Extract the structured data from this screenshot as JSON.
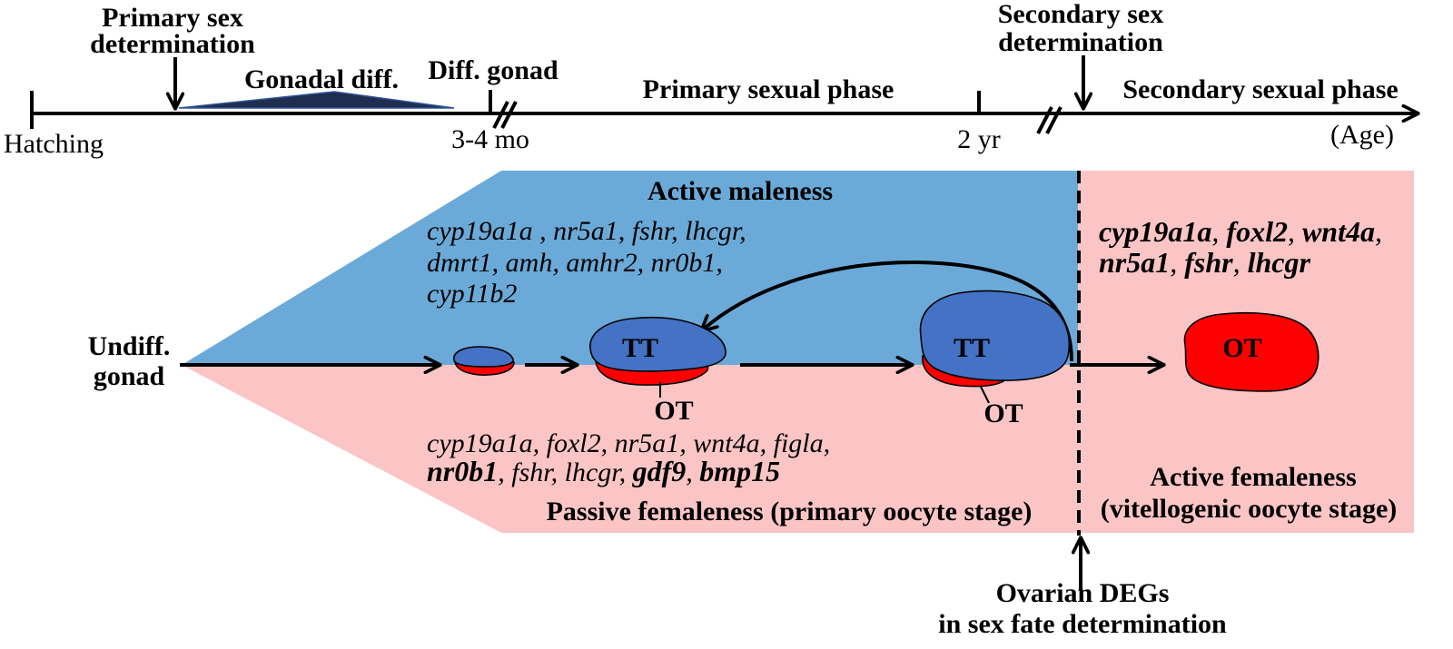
{
  "timeline": {
    "primary_sex_determination": [
      "Primary sex",
      "determination"
    ],
    "gonadal_diff": "Gonadal diff.",
    "diff_gonad": "Diff. gonad",
    "primary_sexual_phase": "Primary sexual phase",
    "secondary_sex_determination": [
      "Secondary sex",
      "determination"
    ],
    "secondary_sexual_phase": "Secondary sexual phase",
    "hatching": "Hatching",
    "tick_3_4_mo": "3-4 mo",
    "tick_2_yr": "2 yr",
    "axis_label": "(Age)"
  },
  "undiff_gonad": [
    "Undiff.",
    "gonad"
  ],
  "active_maleness": {
    "title": "Active maleness",
    "genes": [
      "cyp19a1a , nr5a1, fshr, lhcgr,",
      "dmrt1, amh, amhr2, nr0b1,",
      "cyp11b2"
    ]
  },
  "passive_femaleness": {
    "genes_line1": "cyp19a1a, foxl2, nr5a1, wnt4a, figla,",
    "genes_line2": [
      "nr0b1",
      ", fshr, lhcgr, ",
      "gdf9",
      ", ",
      "bmp15"
    ],
    "title": "Passive femaleness (primary oocyte stage)"
  },
  "active_femaleness": {
    "genes_line1": [
      "cyp19a1a",
      ", ",
      "foxl2",
      ", ",
      "wnt4a",
      ","
    ],
    "genes_line2": [
      "nr5a1",
      ", ",
      "fshr",
      ", ",
      "lhcgr"
    ],
    "title": [
      "Active femaleness",
      "(vitellogenic oocyte stage)"
    ]
  },
  "gonads": {
    "testis_label_1": "TT",
    "ovary_label_1": "OT",
    "testis_label_2": "TT",
    "ovary_label_2": "OT",
    "ovary_label_3": "OT"
  },
  "ovarian_degs": [
    "Ovarian DEGs",
    "in sex fate determination"
  ],
  "colors": {
    "male_region": "#6BAAD8",
    "female_region": "#FBC5C5",
    "testis": "#4472C4",
    "ovary": "#FF0000",
    "wedge": "#1F2D4F"
  }
}
